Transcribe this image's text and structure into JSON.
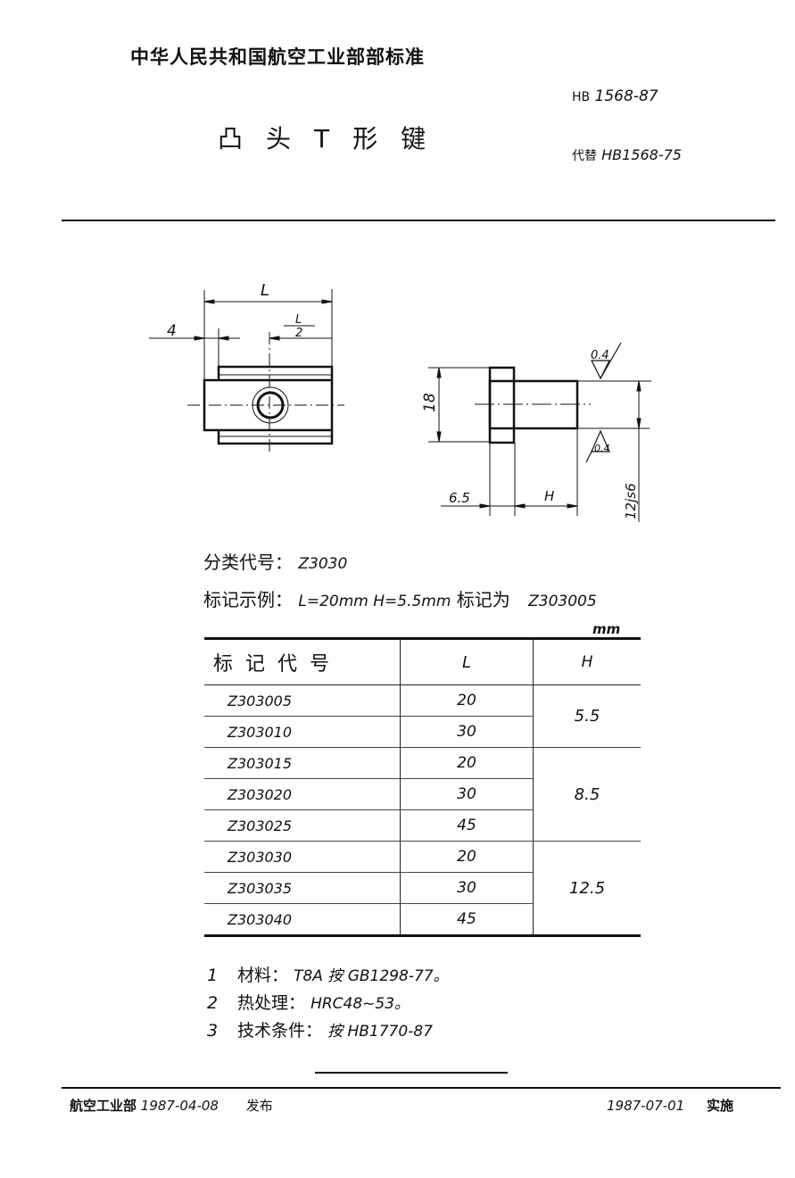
{
  "header": {
    "organization": "中华人民共和国航空工业部部标准",
    "standard_prefix": "HB",
    "standard_number": "1568-87",
    "title": "凸头T形键",
    "replaces_label": "代替",
    "replaces_standard": "HB1568-75"
  },
  "drawing": {
    "front_view": {
      "dim_L": "L",
      "dim_half_L_num": "L",
      "dim_half_L_den": "2",
      "dim_4": "4"
    },
    "side_view": {
      "dim_18": "18",
      "dim_6_5": "6.5",
      "dim_H": "H",
      "tolerance": "12js6",
      "roughness_top": "0.4",
      "roughness_bottom": "0.4"
    }
  },
  "info": {
    "classification_label": "分类代号",
    "classification_code": "Z3030",
    "example_label": "标记示例",
    "example_text": "L=20mm  H=5.5mm",
    "example_marked_as_label": "标记为",
    "example_code": "Z303005"
  },
  "table": {
    "unit": "mm",
    "headers": [
      "标记代号",
      "L",
      "H"
    ],
    "rows": [
      {
        "code": "Z303005",
        "L": "20"
      },
      {
        "code": "Z303010",
        "L": "30"
      },
      {
        "code": "Z303015",
        "L": "20"
      },
      {
        "code": "Z303020",
        "L": "30"
      },
      {
        "code": "Z303025",
        "L": "45"
      },
      {
        "code": "Z303030",
        "L": "20"
      },
      {
        "code": "Z303035",
        "L": "30"
      },
      {
        "code": "Z303040",
        "L": "45"
      }
    ],
    "h_groups": [
      {
        "value": "5.5",
        "rows": 2
      },
      {
        "value": "8.5",
        "rows": 3
      },
      {
        "value": "12.5",
        "rows": 3
      }
    ]
  },
  "notes": [
    {
      "num": "1",
      "label": "材料",
      "text": "T8A 按 GB1298-77。"
    },
    {
      "num": "2",
      "label": "热处理",
      "text": "HRC48~53。"
    },
    {
      "num": "3",
      "label": "技术条件",
      "text": "按 HB1770-87"
    }
  ],
  "footer": {
    "issuer": "航空工业部",
    "issue_date": "1987-04-08",
    "issue_label": "发布",
    "effective_date": "1987-07-01",
    "effective_label": "实施"
  }
}
